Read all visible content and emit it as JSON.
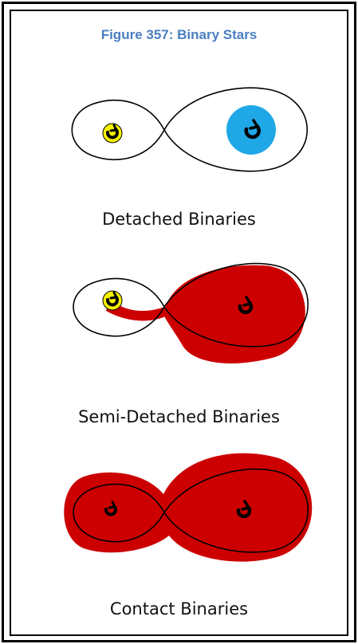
{
  "figure": {
    "caption": "Figure 357: Binary Stars",
    "caption_color": "#4a7ec1"
  },
  "panels": [
    {
      "label": "Detached Binaries"
    },
    {
      "label": "Semi-Detached Binaries"
    },
    {
      "label": "Contact Binaries"
    }
  ],
  "colors": {
    "small_star": "#f7f200",
    "large_star": "#1fa7e6",
    "mass_fill": "#cc0000",
    "outline": "#000000"
  },
  "icons": {
    "rotation": "rotation-arrow-icon"
  }
}
